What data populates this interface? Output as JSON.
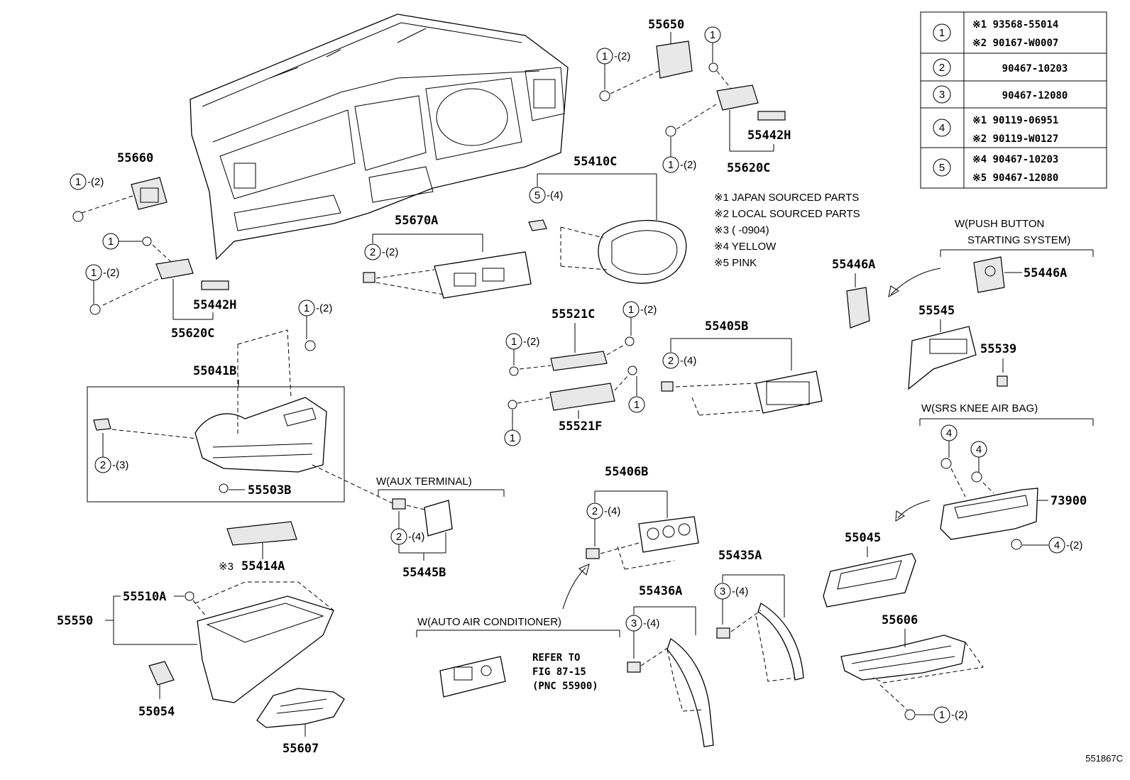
{
  "title": "",
  "figure_id": "551867C",
  "table": {
    "rows": [
      {
        "ref": "1",
        "lines": [
          "※1  93568-55014",
          "※2  90167-W0007"
        ]
      },
      {
        "ref": "2",
        "lines": [
          "90467-10203"
        ]
      },
      {
        "ref": "3",
        "lines": [
          "90467-12080"
        ]
      },
      {
        "ref": "4",
        "lines": [
          "※1  90119-06951",
          "※2  90119-W0127"
        ]
      },
      {
        "ref": "5",
        "lines": [
          "※4  90467-10203",
          "※5  90467-12080"
        ]
      }
    ]
  },
  "notes": [
    "※1 JAPAN SOURCED PARTS",
    "※2 LOCAL SOURCED PARTS",
    "※3 (      -0904)",
    "※4 YELLOW",
    "※5 PINK"
  ],
  "conditions": {
    "push_button_1": "W(PUSH BUTTON",
    "push_button_2": "STARTING SYSTEM)",
    "srs_knee": "W(SRS KNEE AIR BAG)",
    "aux_terminal": "W(AUX TERMINAL)",
    "auto_ac": "W(AUTO AIR CONDITIONER)"
  },
  "refer": [
    "REFER TO",
    "FIG 87-15",
    "(PNC 55900)"
  ],
  "parts": {
    "p55650": "55650",
    "p55660": "55660",
    "p55442H_left": "55442H",
    "p55620C_left": "55620C",
    "p55442H_right": "55442H",
    "p55620C_right": "55620C",
    "p55410C": "55410C",
    "p55670A": "55670A",
    "p55446A_left": "55446A",
    "p55446A_right": "55446A",
    "p55545": "55545",
    "p55539": "55539",
    "p55521C": "55521C",
    "p55521F": "55521F",
    "p55405B": "55405B",
    "p55041B": "55041B",
    "p55503B": "55503B",
    "p55414A": "55414A",
    "p55414A_note": "※3",
    "p55445B": "55445B",
    "p55406B": "55406B",
    "p73900": "73900",
    "p55045": "55045",
    "p55435A": "55435A",
    "p55436A": "55436A",
    "p55510A": "55510A",
    "p55550": "55550",
    "p55054": "55054",
    "p55607": "55607",
    "p55606": "55606"
  },
  "callouts": {
    "c1": "1",
    "c2": "2",
    "c3": "3",
    "c4": "4",
    "c5": "5",
    "s2": "-(2)",
    "s3": "-(3)",
    "s4": "-(4)"
  }
}
